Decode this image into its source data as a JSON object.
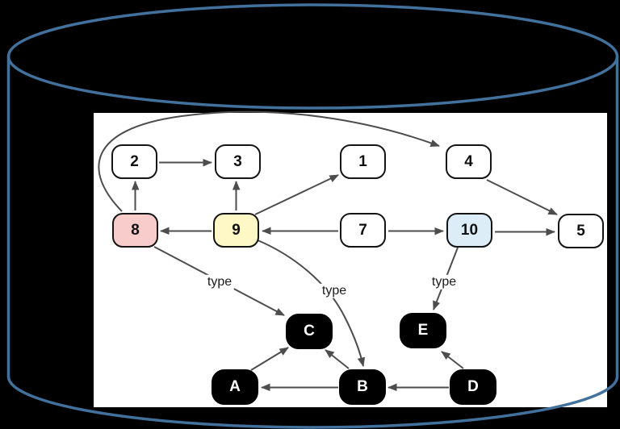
{
  "colors": {
    "background": "#000000",
    "cylinder_stroke": "#41719c",
    "panel_background": "#ffffff",
    "edge_color": "#4d4d4d",
    "node_border": "#141414",
    "node_pink": "#f8cccb",
    "node_yellow": "#fdf8c6",
    "node_blue": "#dcedf8",
    "node_black_fill": "#000000",
    "node_black_text": "#ffffff"
  },
  "graph": {
    "nodes": {
      "n1": {
        "label": "1",
        "fill": "white"
      },
      "n2": {
        "label": "2",
        "fill": "white"
      },
      "n3": {
        "label": "3",
        "fill": "white"
      },
      "n4": {
        "label": "4",
        "fill": "white"
      },
      "n5": {
        "label": "5",
        "fill": "white"
      },
      "n7": {
        "label": "7",
        "fill": "white"
      },
      "n8": {
        "label": "8",
        "fill": "pink"
      },
      "n9": {
        "label": "9",
        "fill": "yellow"
      },
      "n10": {
        "label": "10",
        "fill": "blue"
      },
      "nA": {
        "label": "A",
        "fill": "black"
      },
      "nB": {
        "label": "B",
        "fill": "black"
      },
      "nC": {
        "label": "C",
        "fill": "black"
      },
      "nD": {
        "label": "D",
        "fill": "black"
      },
      "nE": {
        "label": "E",
        "fill": "black"
      }
    },
    "edge_labels": {
      "e8C": "type",
      "e9B": "type",
      "e10E": "type"
    },
    "edges": [
      {
        "from": "8",
        "to": "2"
      },
      {
        "from": "2",
        "to": "3"
      },
      {
        "from": "9",
        "to": "3"
      },
      {
        "from": "9",
        "to": "1"
      },
      {
        "from": "9",
        "to": "8"
      },
      {
        "from": "7",
        "to": "9"
      },
      {
        "from": "7",
        "to": "10"
      },
      {
        "from": "10",
        "to": "5"
      },
      {
        "from": "4",
        "to": "5"
      },
      {
        "from": "8",
        "to": "4"
      },
      {
        "from": "8",
        "to": "C",
        "label": "type"
      },
      {
        "from": "9",
        "to": "B",
        "label": "type"
      },
      {
        "from": "10",
        "to": "E",
        "label": "type"
      },
      {
        "from": "A",
        "to": "C"
      },
      {
        "from": "B",
        "to": "C"
      },
      {
        "from": "B",
        "to": "A"
      },
      {
        "from": "D",
        "to": "B"
      },
      {
        "from": "D",
        "to": "E"
      }
    ]
  }
}
